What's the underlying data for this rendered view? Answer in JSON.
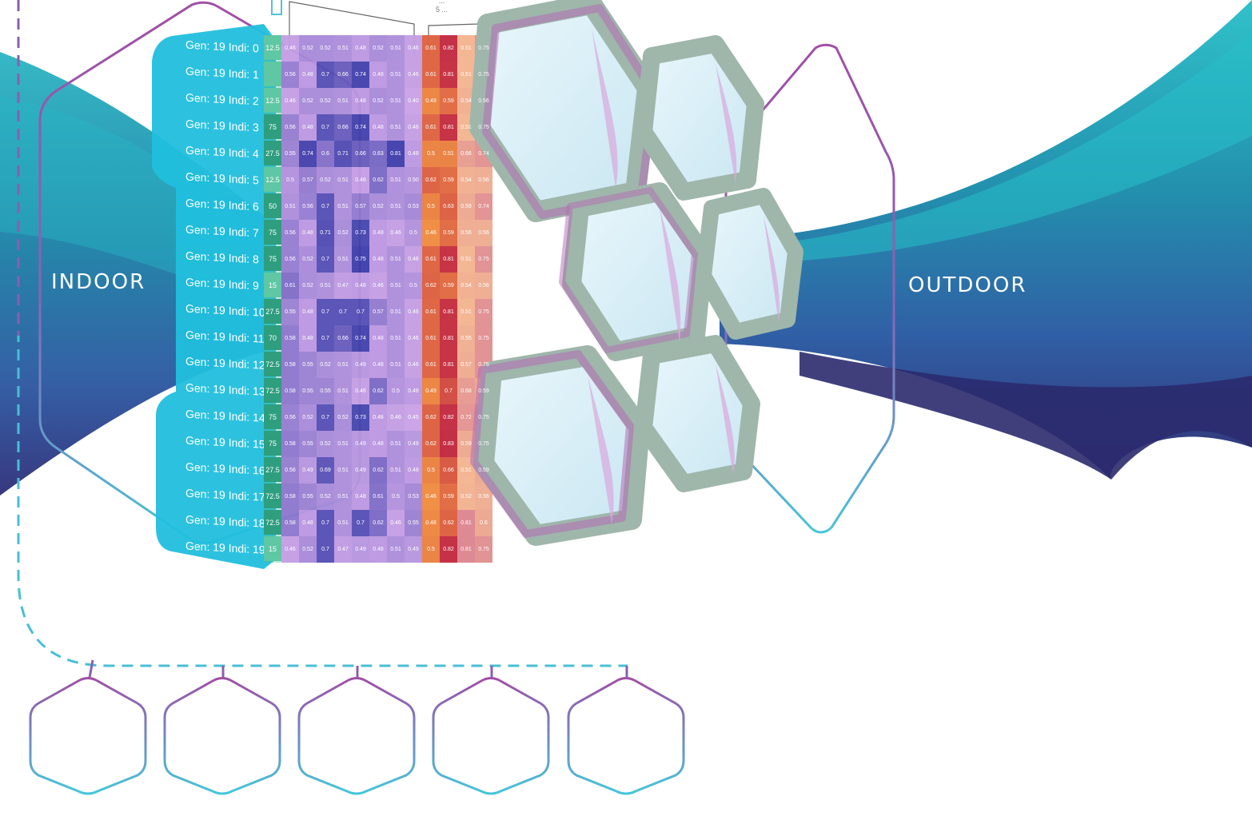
{
  "labels": {
    "indoor": "INDOOR",
    "outdoor": "OUTDOOR"
  },
  "top_note": {
    "line1": "...",
    "line2": "5 ..."
  },
  "heatmap": {
    "rows": [
      {
        "label": "Gen: 19 Indi: 0",
        "fitness": "12.5",
        "values": [
          "0.46",
          "0.52",
          "0.52",
          "0.51",
          "0.48",
          "0.52",
          "0.51",
          "0.46",
          "0.61",
          "0.82",
          "0.51",
          "0.75"
        ]
      },
      {
        "label": "Gen: 19 Indi: 1",
        "fitness": "",
        "values": [
          "0.56",
          "0.48",
          "0.7",
          "0.66",
          "0.74",
          "0.48",
          "0.51",
          "0.46",
          "0.61",
          "0.81",
          "0.51",
          "0.75"
        ]
      },
      {
        "label": "Gen: 19 Indi: 2",
        "fitness": "12.5",
        "values": [
          "0.46",
          "0.52",
          "0.52",
          "0.51",
          "0.48",
          "0.52",
          "0.51",
          "0.40",
          "0.49",
          "0.59",
          "0.54",
          "0.56"
        ]
      },
      {
        "label": "Gen: 19 Indi: 3",
        "fitness": "75",
        "values": [
          "0.56",
          "0.48",
          "0.7",
          "0.66",
          "0.74",
          "0.48",
          "0.51",
          "0.46",
          "0.61",
          "0.81",
          "0.51",
          "0.75"
        ]
      },
      {
        "label": "Gen: 19 Indi: 4",
        "fitness": "27.5",
        "values": [
          "0.55",
          "0.74",
          "0.6",
          "0.71",
          "0.66",
          "0.63",
          "0.81",
          "0.48",
          "0.5",
          "0.51",
          "0.66",
          "0.74"
        ]
      },
      {
        "label": "Gen: 19 Indi: 5",
        "fitness": "12.5",
        "values": [
          "0.5",
          "0.57",
          "0.52",
          "0.51",
          "0.46",
          "0.62",
          "0.51",
          "0.50",
          "0.62",
          "0.59",
          "0.54",
          "0.56"
        ]
      },
      {
        "label": "Gen: 19 Indi: 6",
        "fitness": "50",
        "values": [
          "0.51",
          "0.56",
          "0.7",
          "0.51",
          "0.57",
          "0.52",
          "0.51",
          "0.53",
          "0.5",
          "0.63",
          "0.59",
          "0.74"
        ]
      },
      {
        "label": "Gen: 19 Indi: 7",
        "fitness": "75",
        "values": [
          "0.56",
          "0.48",
          "0.71",
          "0.52",
          "0.73",
          "0.48",
          "0.46",
          "0.5",
          "0.46",
          "0.59",
          "0.56",
          "0.56"
        ]
      },
      {
        "label": "Gen: 19 Indi: 8",
        "fitness": "75",
        "values": [
          "0.56",
          "0.52",
          "0.7",
          "0.51",
          "0.75",
          "0.48",
          "0.51",
          "0.46",
          "0.61",
          "0.81",
          "0.51",
          "0.75"
        ]
      },
      {
        "label": "Gen: 19 Indi: 9",
        "fitness": "15",
        "values": [
          "0.61",
          "0.52",
          "0.51",
          "0.47",
          "0.48",
          "0.46",
          "0.51",
          "0.5",
          "0.62",
          "0.59",
          "0.54",
          "0.56"
        ]
      },
      {
        "label": "Gen: 19 Indi: 10",
        "fitness": "27.5",
        "values": [
          "0.55",
          "0.48",
          "0.7",
          "0.7",
          "0.7",
          "0.57",
          "0.51",
          "0.46",
          "0.61",
          "0.81",
          "0.51",
          "0.75"
        ]
      },
      {
        "label": "Gen: 19 Indi: 11",
        "fitness": "70",
        "values": [
          "0.58",
          "0.48",
          "0.7",
          "0.66",
          "0.74",
          "0.48",
          "0.51",
          "0.46",
          "0.61",
          "0.81",
          "0.55",
          "0.75"
        ]
      },
      {
        "label": "Gen: 19 Indi: 12",
        "fitness": "72.5",
        "values": [
          "0.58",
          "0.55",
          "0.52",
          "0.51",
          "0.49",
          "0.48",
          "0.51",
          "0.46",
          "0.61",
          "0.81",
          "0.57",
          "0.75"
        ]
      },
      {
        "label": "Gen: 19 Indi: 13",
        "fitness": "72.5",
        "values": [
          "0.58",
          "0.55",
          "0.55",
          "0.51",
          "0.46",
          "0.62",
          "0.5",
          "0.48",
          "0.49",
          "0.7",
          "0.68",
          "0.59"
        ]
      },
      {
        "label": "Gen: 19 Indi: 14",
        "fitness": "75",
        "values": [
          "0.56",
          "0.52",
          "0.7",
          "0.52",
          "0.73",
          "0.48",
          "0.46",
          "0.45",
          "0.62",
          "0.82",
          "0.72",
          "0.75"
        ]
      },
      {
        "label": "Gen: 19 Indi: 15",
        "fitness": "75",
        "values": [
          "0.58",
          "0.55",
          "0.52",
          "0.51",
          "0.49",
          "0.48",
          "0.51",
          "0.49",
          "0.62",
          "0.83",
          "0.59",
          "0.75"
        ]
      },
      {
        "label": "Gen: 19 Indi: 16",
        "fitness": "27.5",
        "values": [
          "0.56",
          "0.49",
          "0.69",
          "0.51",
          "0.49",
          "0.62",
          "0.51",
          "0.48",
          "0.5",
          "0.66",
          "0.51",
          "0.59"
        ]
      },
      {
        "label": "Gen: 19 Indi: 17",
        "fitness": "72.5",
        "values": [
          "0.58",
          "0.55",
          "0.52",
          "0.51",
          "0.48",
          "0.61",
          "0.5",
          "0.53",
          "0.46",
          "0.59",
          "0.52",
          "0.56"
        ]
      },
      {
        "label": "Gen: 19 Indi: 18",
        "fitness": "72.5",
        "values": [
          "0.58",
          "0.48",
          "0.7",
          "0.51",
          "0.7",
          "0.62",
          "0.46",
          "0.55",
          "0.48",
          "0.62",
          "0.81",
          "0.6"
        ]
      },
      {
        "label": "Gen: 19 Indi: 19",
        "fitness": "15",
        "values": [
          "0.46",
          "0.52",
          "0.7",
          "0.47",
          "0.49",
          "0.48",
          "0.51",
          "0.49",
          "0.5",
          "0.82",
          "0.81",
          "0.75"
        ]
      }
    ]
  },
  "colors": {
    "band_teal": "#26b6c4",
    "band_navy": "#2b2a6e",
    "outline_purple": "#a14fa6",
    "outline_cyan": "#4ec4d6",
    "panel_cyan": "#22c0de",
    "frame_gray": "#a8bcb0"
  },
  "icons": [
    "hexagon-icon"
  ]
}
